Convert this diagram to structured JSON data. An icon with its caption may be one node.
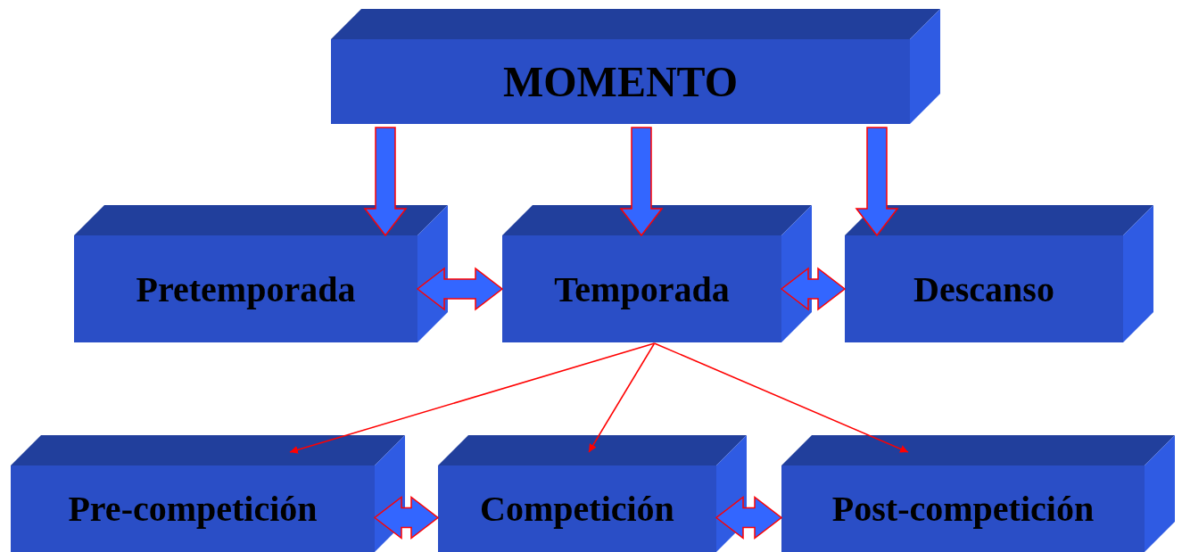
{
  "diagram": {
    "nodes": [
      {
        "text": [
          "MOMENTO"
        ]
      },
      {
        "text": [
          "Pretemporada"
        ]
      },
      {
        "text": [
          "Temporada"
        ]
      },
      {
        "text": [
          "Descanso"
        ]
      },
      {
        "text": [
          "Pre-competición"
        ]
      },
      {
        "text": [
          "Competición"
        ]
      },
      {
        "text": [
          "Post-competición"
        ]
      }
    ],
    "edges": [
      {
        "from": 0,
        "to": 1,
        "arrow": "to",
        "style": "thick"
      },
      {
        "from": 0,
        "to": 2,
        "arrow": "to",
        "style": "thick"
      },
      {
        "from": 0,
        "to": 3,
        "arrow": "to",
        "style": "thick"
      },
      {
        "from": 1,
        "to": 2,
        "arrow": "both",
        "style": "thick"
      },
      {
        "from": 2,
        "to": 3,
        "arrow": "both",
        "style": "thick"
      },
      {
        "from": 2,
        "to": 4,
        "arrow": "to"
      },
      {
        "from": 2,
        "to": 5,
        "arrow": "to"
      },
      {
        "from": 2,
        "to": 6,
        "arrow": "to"
      },
      {
        "from": 4,
        "to": 5,
        "arrow": "both",
        "style": "thick"
      },
      {
        "from": 5,
        "to": 6,
        "arrow": "both",
        "style": "thick"
      }
    ]
  }
}
